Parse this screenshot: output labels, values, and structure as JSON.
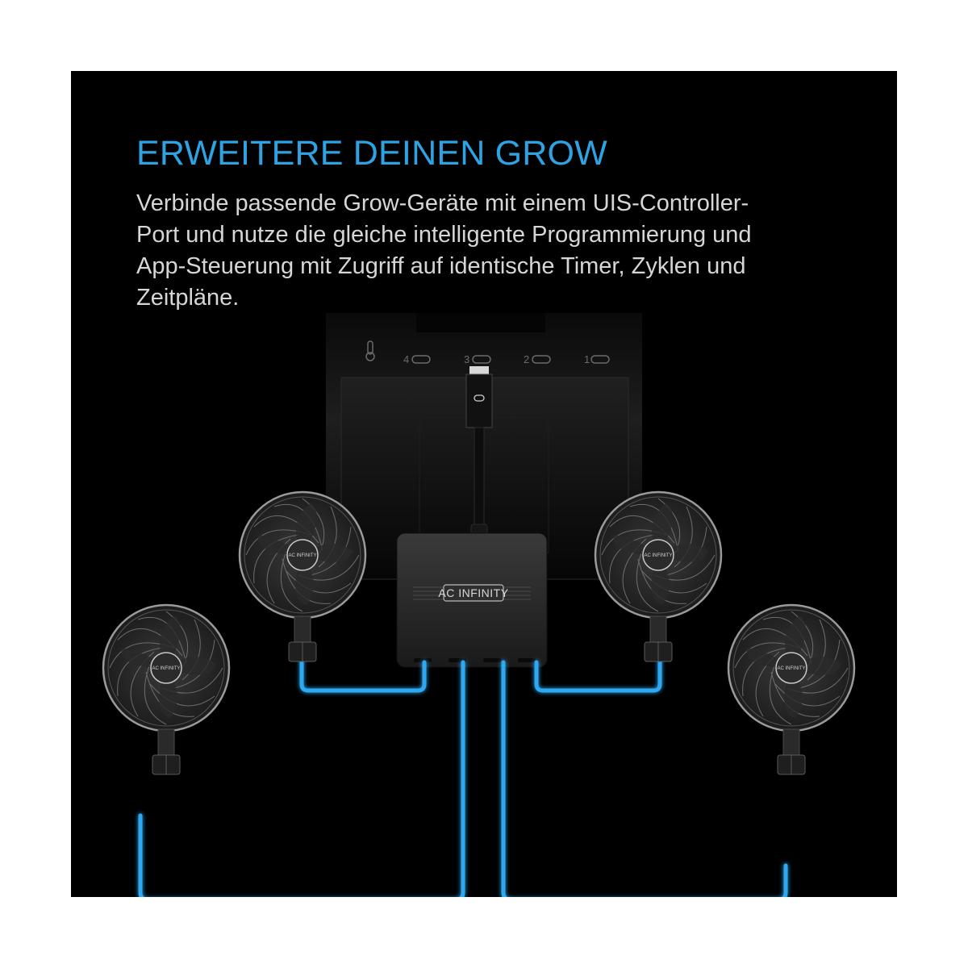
{
  "header": {
    "title": "ERWEITERE DEINEN GROW",
    "description_lines": [
      "Verbinde passende Grow-Geräte mit einem UIS-Controller-",
      "Port und nutze die gleiche intelligente Programmierung und",
      "App-Steuerung mit Zugriff auf identische Timer, Zyklen und",
      "Zeitpläne."
    ]
  },
  "controller": {
    "ports": [
      {
        "label": "4",
        "icon": "usb-c-port-icon"
      },
      {
        "label": "3",
        "icon": "usb-c-port-icon"
      },
      {
        "label": "2",
        "icon": "usb-c-port-icon"
      },
      {
        "label": "1",
        "icon": "usb-c-port-icon"
      }
    ],
    "sensor_icon": "thermometer-icon"
  },
  "splitter_hub": {
    "brand": "AC INFINITY",
    "output_count": 4
  },
  "fans": [
    {
      "position": "far-left",
      "brand": "AC INFINITY"
    },
    {
      "position": "inner-left",
      "brand": "AC INFINITY"
    },
    {
      "position": "inner-right",
      "brand": "AC INFINITY"
    },
    {
      "position": "far-right",
      "brand": "AC INFINITY"
    }
  ],
  "colors": {
    "title": "#2ea3e3",
    "body_text": "#d6d6d6",
    "background": "#000000",
    "cable_glow": "#2fa8f0"
  }
}
